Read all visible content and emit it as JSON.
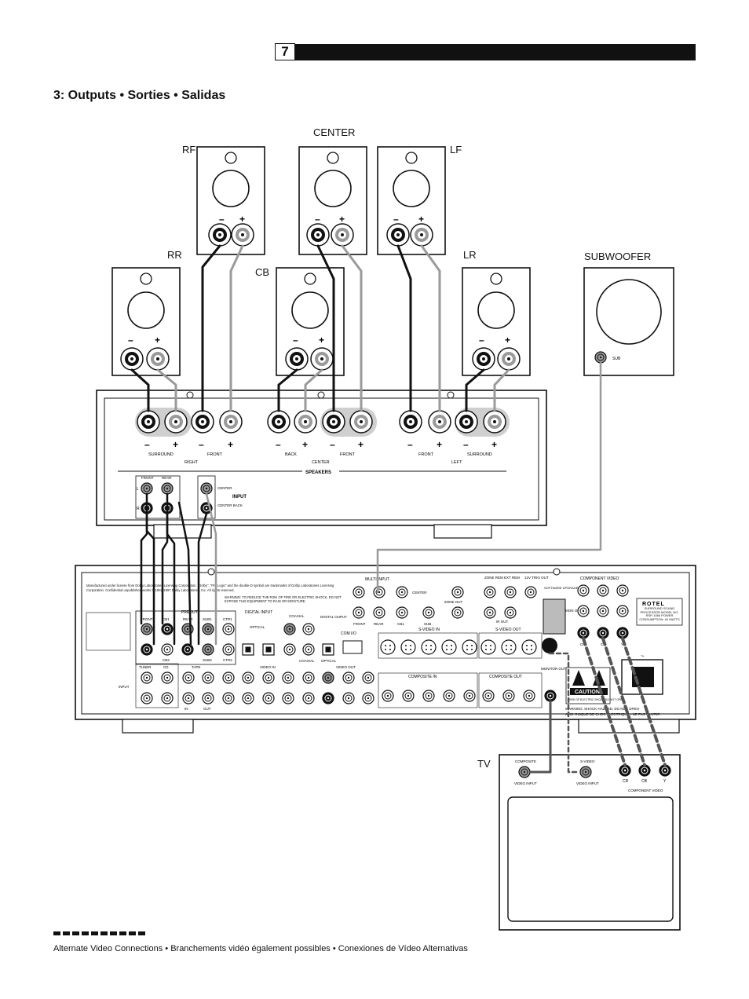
{
  "page_number": "7",
  "section_title": "3: Outputs • Sorties • Salidas",
  "speaker_labels": {
    "rf": "RF",
    "center": "CENTER",
    "lf": "LF",
    "rr": "RR",
    "cb": "CB",
    "lr": "LR",
    "subwoofer": "SUBWOOFER",
    "sub_jack": "SUB",
    "tv": "TV"
  },
  "polarity": {
    "minus": "–",
    "plus": "+"
  },
  "amplifier": {
    "terminals": [
      "SURROUND",
      "FRONT",
      "BACK",
      "FRONT",
      "FRONT",
      "SURROUND"
    ],
    "group_right": "RIGHT",
    "group_center": "CENTER",
    "group_left": "LEFT",
    "speakers": "SPEAKERS",
    "input": "INPUT",
    "front": "FRONT",
    "rear": "REAR",
    "center": "CENTER",
    "center_back": "CENTER BACK",
    "l": "L",
    "r": "R"
  },
  "processor": {
    "brand": "ROTEL",
    "model_info": "SURROUND SOUND PROCESSOR MODEL NO. RSP-1066 POWER CONSUMPTION: 40 WATTS",
    "legal": "Manufactured under license from Dolby Laboratories Licensing Corporation. \"Dolby\", \"Pro Logic\" and the double-D symbol are trademarks of Dolby Laboratories Licensing Corporation. Confidential unpublished works © 1992-1997 Dolby Laboratories, Inc. All rights reserved.",
    "warning": "WARNING: TO REDUCE THE RISK OF FIRE OR ELECTRIC SHOCK, DO NOT EXPOSE THIS EQUIPMENT TO RAIN OR MOISTURE.",
    "caution": "CAUTION",
    "caution_sub": "RISK OF ELECTRIC SHOCK DO NOT OPEN",
    "warning_shock": "WARNING: SHOCK HAZARD, DO NOT OPEN",
    "avis": "AVIS: RISQUE DE CHOC ELECTRIQUE - NE PAS OUVRIR",
    "preout": "PREOUT",
    "preout_jacks": [
      "FRONT",
      "CB1",
      "REAR",
      "SUB1",
      "CTR1"
    ],
    "preout_bottom": [
      "CB2",
      "SUB2",
      "CTR2"
    ],
    "digital_input": "DIGITAL INPUT",
    "optical": "OPTICAL",
    "coaxial": "COAXIAL",
    "digital_output": "DIGITAL OUPUT",
    "multi_input": "MULTI INPUT",
    "multi_jacks": [
      "FRONT",
      "REAR",
      "CB1",
      "SUB",
      "CENTER"
    ],
    "zone_out": "ZONE OUT",
    "zone_rem": "ZONE REM",
    "ext_rem": "EXT REM",
    "trig_out": "12V TRIG OUT",
    "ir_out": "IR OUT",
    "software": "SOFTWARE UPGRADEABLE",
    "component_video": "COMPONENT VIDEO",
    "monitor_out": "MONITOR OUT",
    "com_io": "COM I/O",
    "svideo_in": "S-VIDEO IN",
    "svideo_out": "S-VIDEO OUT",
    "composite_in": "COMPOSITE IN",
    "composite_out": "COMPOSITE OUT",
    "input": "INPUT",
    "tuner": "TUNER",
    "cd": "CD",
    "tape": "TAPE",
    "video_in": "VIDEO IN",
    "video_out": "VIDEO OUT",
    "in": "IN",
    "out": "OUT",
    "in_short": "IN",
    "mon_out": "MON OUT",
    "cr": "CR",
    "cb": "CB",
    "y": "Y"
  },
  "tv": {
    "composite": "COMPOSITE",
    "video_input": "VIDEO INPUT",
    "svideo": "S-VIDEO",
    "svideo_input": "VIDEO INPUT",
    "cr": "CR",
    "cb": "CB",
    "y": "Y",
    "component_video": "COMPONENT VIDEO"
  },
  "footnote": "Alternate Video Connections • Branchements vidéo également possibles • Conexiones de Vídeo Alternativas",
  "colors": {
    "ink": "#111111",
    "gray_wire": "#9a9a9a",
    "shade": "#cfcfcf"
  }
}
